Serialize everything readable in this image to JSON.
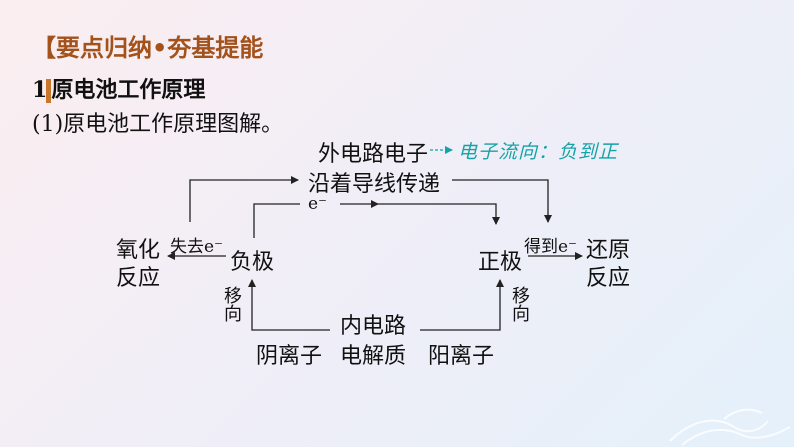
{
  "header": {
    "title": "【要点归纳•夯基提能"
  },
  "section": {
    "number": "1",
    "title": "原电池工作原理"
  },
  "subsection": "(1)原电池工作原理图解。",
  "diagram": {
    "outer_circuit_line1": "外电路电子",
    "outer_circuit_line2": "沿着导线传递",
    "annotation": "电子流向：负到正",
    "electron": "e⁻",
    "lose_electrons": "失去e⁻",
    "gain_electrons": "得到e⁻",
    "oxidation_line1": "氧化",
    "oxidation_line2": "反应",
    "reduction_line1": "还原",
    "reduction_line2": "反应",
    "negative_electrode": "负极",
    "positive_electrode": "正极",
    "migrate_left": "移向",
    "migrate_right": "移向",
    "inner_circuit_line1": "内电路",
    "inner_circuit_line2": "电解质",
    "anion": "阴离子",
    "cation": "阳离子"
  },
  "colors": {
    "title": "#a3521c",
    "annotation": "#14a3a8",
    "accent_bar": "#c9772c"
  }
}
